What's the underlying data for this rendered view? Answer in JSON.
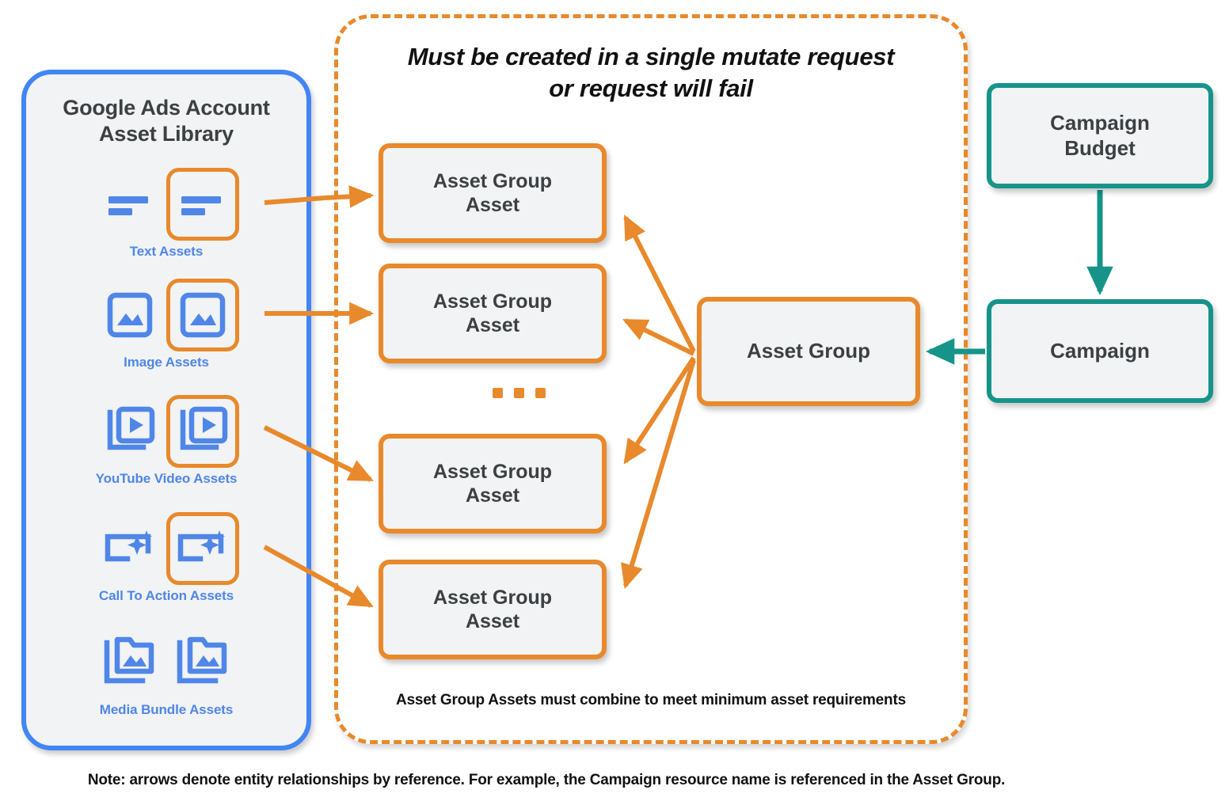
{
  "sidebar": {
    "title": "Google Ads Account\nAsset Library",
    "title_line1": "Google Ads Account",
    "title_line2": "Asset Library",
    "border_color": "#4285f4",
    "items": [
      {
        "label": "Text Assets",
        "icon": "text-lines-icon"
      },
      {
        "label": "Image Assets",
        "icon": "image-icon"
      },
      {
        "label": "YouTube Video  Assets",
        "icon": "video-stack-icon"
      },
      {
        "label": "Call To Action Assets",
        "icon": "call-to-action-icon"
      },
      {
        "label": "Media Bundle  Assets",
        "icon": "media-bundle-icon"
      }
    ]
  },
  "mutate_container": {
    "note_line1": "Must be created in a single mutate request",
    "note_line2": "or request will fail",
    "footer": "Asset Group Assets must combine to meet minimum asset requirements",
    "border_color": "#e8892b"
  },
  "nodes": {
    "asset_group_assets": [
      {
        "line1": "Asset Group",
        "line2": "Asset"
      },
      {
        "line1": "Asset Group",
        "line2": "Asset"
      },
      {
        "line1": "Asset Group",
        "line2": "Asset"
      },
      {
        "line1": "Asset Group",
        "line2": "Asset"
      }
    ],
    "ellipsis": "...",
    "asset_group": {
      "label": "Asset Group",
      "border_color": "#e8892b"
    },
    "campaign_budget": {
      "line1": "Campaign",
      "line2": "Budget",
      "border_color": "#16948a"
    },
    "campaign": {
      "label": "Campaign",
      "border_color": "#16948a"
    }
  },
  "footer_note": "Note: arrows denote entity relationships by reference. For example, the Campaign resource name is referenced in the Asset Group.",
  "colors": {
    "orange": "#e8892b",
    "teal": "#16948a",
    "blue": "#4285f4",
    "icon_blue": "#4f86e8",
    "node_fill": "#f1f3f4",
    "text_dark": "#3c4043"
  }
}
